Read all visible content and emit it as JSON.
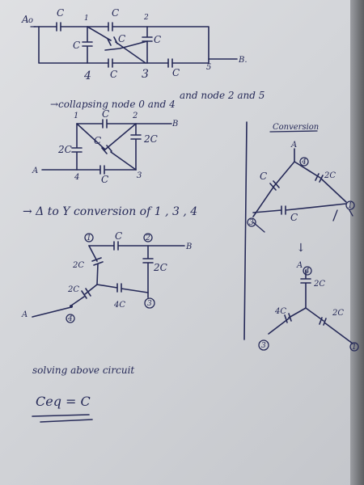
{
  "circuit1": {
    "terminal_a": "A",
    "node_0": "o",
    "node_1": "1",
    "node_2": "2",
    "node_3": "3",
    "node_4": "4",
    "node_5": "5",
    "terminal_b": "B.",
    "cap_c": "C"
  },
  "step1": {
    "note_left": "→collapsing node 0 and 4",
    "note_right": "and node 2 and 5"
  },
  "circuit2": {
    "node_1": "1",
    "node_2": "2",
    "node_3": "3",
    "node_4": "4",
    "terminal_a": "A",
    "terminal_b": "B",
    "cap_c": "C",
    "cap_2c": "2C"
  },
  "step2": {
    "note": "→ Δ to Y conversion of 1 , 3 , 4"
  },
  "circuit3": {
    "node_1": "1",
    "node_2": "2",
    "node_3": "3",
    "node_4": "4",
    "terminal_a": "A",
    "terminal_b": "B",
    "cap_c": "C",
    "cap_2c": "2C",
    "cap_4c": "4C"
  },
  "conversion": {
    "heading": "Conversion",
    "node_a": "A",
    "node_1": "1",
    "node_3": "3",
    "node_4": "4",
    "cap_c": "C",
    "cap_2c": "2C",
    "cap_4c": "4C",
    "arrow": "↓"
  },
  "solution": {
    "note": "solving above circuit",
    "result": "Ceq = C"
  }
}
